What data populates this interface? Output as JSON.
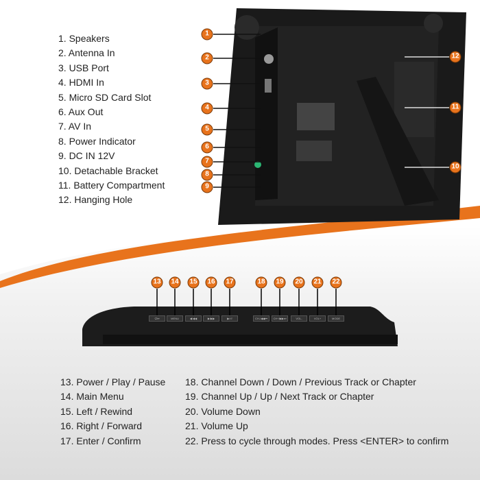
{
  "top_features": [
    "1. Speakers",
    "2. Antenna In",
    "3. USB Port",
    "4. HDMI In",
    "5. Micro SD Card Slot",
    "6. Aux Out",
    "7. AV In",
    "8. Power Indicator",
    "9. DC IN 12V",
    "10. Detachable Bracket",
    "11. Battery Compartment",
    "12. Hanging Hole"
  ],
  "buttons_left": [
    "13. Power / Play / Pause",
    "14. Main Menu",
    "15. Left / Rewind",
    "16. Right / Forward",
    "17. Enter / Confirm"
  ],
  "buttons_right": [
    "18. Channel Down / Down / Previous Track or Chapter",
    "19. Channel Up / Up / Next Track or Chapter",
    "20. Volume Down",
    "21. Volume Up",
    "22. Press to cycle through modes. Press <ENTER> to confirm"
  ],
  "callouts": [
    "1",
    "2",
    "3",
    "4",
    "5",
    "6",
    "7",
    "8",
    "9",
    "10",
    "11",
    "12",
    "13",
    "14",
    "15",
    "16",
    "17",
    "18",
    "19",
    "20",
    "21",
    "22"
  ],
  "button_labels": [
    "⏻/⏯",
    "MENU",
    "◀/◀◀",
    "▶/▶▶",
    "▶/⏎",
    "CH-/◀◀⏮",
    "CH+/▶▶⏭",
    "VOL-",
    "VOL+",
    "MODE"
  ],
  "colors": {
    "accent": "#e8731c",
    "device": "#1c1c1c"
  }
}
